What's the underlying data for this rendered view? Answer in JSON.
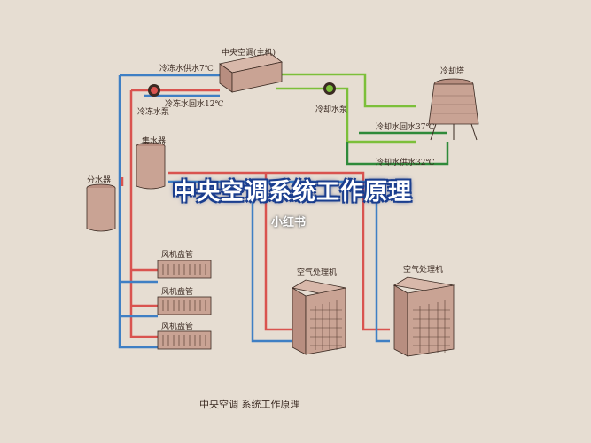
{
  "diagram": {
    "title": "中央空调系统工作原理",
    "brand": "小红书",
    "caption": "中央空调 系统工作原理",
    "labels": {
      "main_unit": "中央空调(主机)",
      "chilled_supply": "冷冻水供水7℃",
      "chilled_return": "冷冻水回水12℃",
      "chilled_pump": "冷冻水泵",
      "cooling_pump": "冷却水泵",
      "cooling_tower": "冷却塔",
      "cooling_return": "冷却水回水37℃",
      "cooling_supply": "冷却水供水32℃",
      "water_collector": "集水器",
      "water_divider": "分水器",
      "fcu_1": "风机盘管",
      "fcu_2": "风机盘管",
      "fcu_3": "风机盘管",
      "ahu_1": "空气处理机",
      "ahu_2": "空气处理机"
    },
    "colors": {
      "supply": "#d9534f",
      "return": "#3f7fc4",
      "cooling": "#7cbf3a",
      "cooling_dark": "#2f8a3a",
      "equipment": "#c9a394"
    }
  }
}
